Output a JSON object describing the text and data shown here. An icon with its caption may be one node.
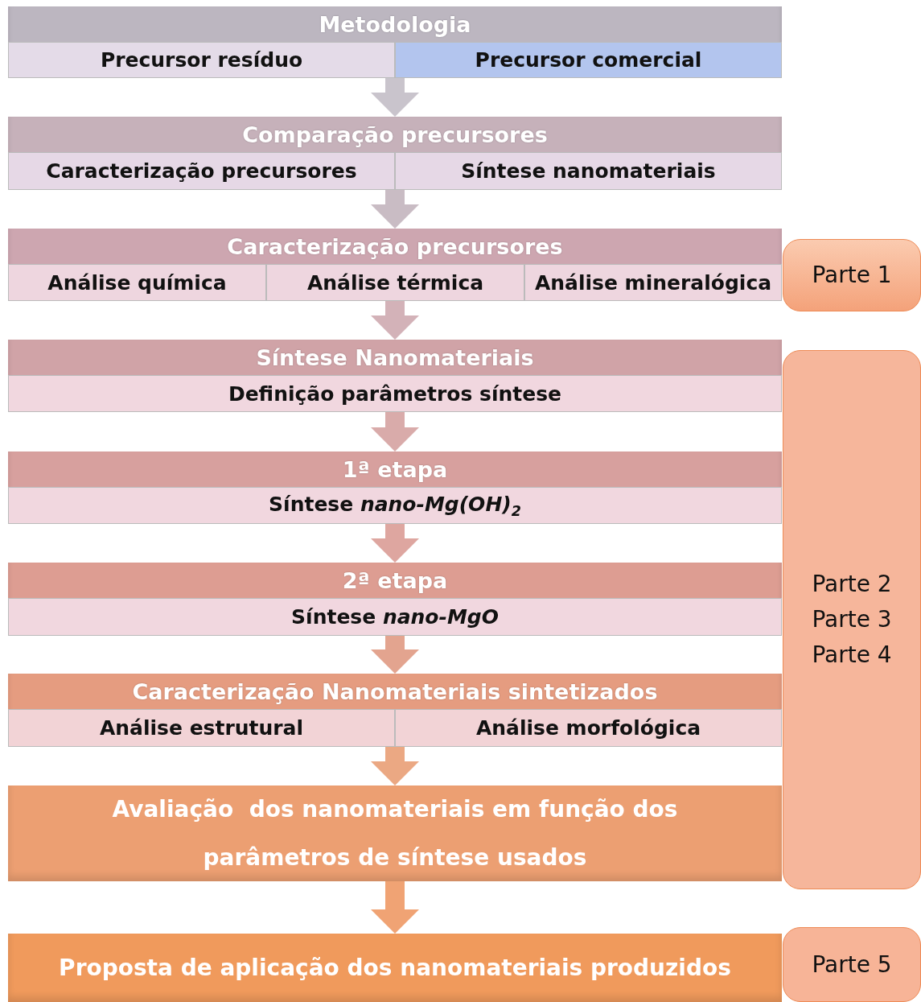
{
  "diagram": {
    "nodes": [
      {
        "text": [
          "Metodologia"
        ]
      },
      {
        "text": [
          "Precursor resíduo"
        ],
        "in": 0
      },
      {
        "text": [
          "Precursor comercial"
        ],
        "in": 0
      },
      {
        "text": [
          "Comparação precursores"
        ]
      },
      {
        "text": [
          "Caracterização precursores"
        ],
        "in": 3
      },
      {
        "text": [
          "Síntese nanomateriais"
        ],
        "in": 3
      },
      {
        "text": [
          "Caracterização precursores"
        ]
      },
      {
        "text": [
          "Análise química"
        ],
        "in": 6
      },
      {
        "text": [
          "Análise térmica"
        ],
        "in": 6
      },
      {
        "text": [
          "Análise mineralógica"
        ],
        "in": 6
      },
      {
        "text": [
          "Síntese Nanomateriais"
        ]
      },
      {
        "text": [
          "Definição parâmetros síntese"
        ],
        "in": 10
      },
      {
        "text": [
          "1ª etapa"
        ]
      },
      {
        "text": [
          "Síntese *nano-Mg(OH)*$_{2}$"
        ],
        "in": 12
      },
      {
        "text": [
          "2ª etapa"
        ]
      },
      {
        "text": [
          "Síntese *nano-MgO*"
        ],
        "in": 14
      },
      {
        "text": [
          "Caracterização Nanomateriais sintetizados"
        ]
      },
      {
        "text": [
          "Análise estrutural"
        ],
        "in": 16
      },
      {
        "text": [
          "Análise morfológica"
        ],
        "in": 16
      },
      {
        "text": [
          "Avaliação  dos nanomateriais em função dos parâmetros de síntese usados"
        ]
      },
      {
        "text": [
          "Proposta de aplicação dos nanomateriais produzidos"
        ]
      },
      {
        "text": [
          "Parte 1"
        ]
      },
      {
        "text": [
          "Parte 2",
          "Parte 3",
          "Parte 4"
        ]
      },
      {
        "text": [
          "Parte 5"
        ]
      }
    ],
    "edges": [
      {
        "from": 0,
        "to": 3,
        "arrow": "to"
      },
      {
        "from": 3,
        "to": 6,
        "arrow": "to"
      },
      {
        "from": 6,
        "to": 10,
        "arrow": "to"
      },
      {
        "from": 10,
        "to": 12,
        "arrow": "to"
      },
      {
        "from": 12,
        "to": 14,
        "arrow": "to"
      },
      {
        "from": 14,
        "to": 16,
        "arrow": "to"
      },
      {
        "from": 16,
        "to": 19,
        "arrow": "to"
      },
      {
        "from": 19,
        "to": 20,
        "arrow": "to"
      }
    ]
  }
}
